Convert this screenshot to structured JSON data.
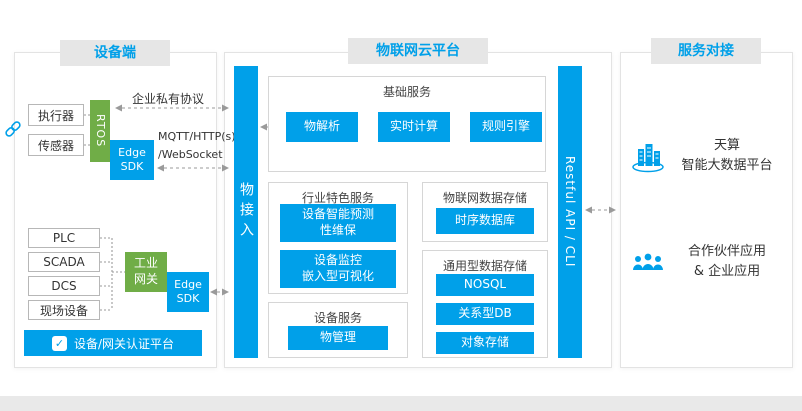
{
  "colors": {
    "accent_blue": "#00a0e9",
    "green": "#70ad47",
    "header_bg": "#e6e6e6",
    "arrow_gray": "#9a9a9a"
  },
  "device_panel": {
    "title": "设备端",
    "actuator": "执行器",
    "sensor": "传感器",
    "rtos": "RTOS",
    "edge_sdk": "Edge\nSDK",
    "private_protocol": "企业私有协议",
    "mqtt": "MQTT/HTTP(s)",
    "websocket": "/WebSocket",
    "plc": "PLC",
    "scada": "SCADA",
    "dcs": "DCS",
    "field_device": "现场设备",
    "industrial_gateway": "工业\n网关",
    "auth_platform": "设备/网关认证平台",
    "check_mark": "✓"
  },
  "cloud_panel": {
    "title": "物联网云平台",
    "thing_access": "物接入",
    "restful_api": "Restful API / CLI",
    "basic_services": {
      "title": "基础服务",
      "items": [
        "物解析",
        "实时计算",
        "规则引擎"
      ]
    },
    "industry_services": {
      "title": "行业特色服务",
      "items": [
        "设备智能预测\n性维保",
        "设备监控\n嵌入型可视化"
      ]
    },
    "device_services": {
      "title": "设备服务",
      "items": [
        "物管理"
      ]
    },
    "iot_storage": {
      "title": "物联网数据存储",
      "items": [
        "时序数据库"
      ]
    },
    "general_storage": {
      "title": "通用型数据存储",
      "items": [
        "NOSQL",
        "关系型DB",
        "对象存储"
      ]
    }
  },
  "service_panel": {
    "title": "服务对接",
    "big_data": "天算\n智能大数据平台",
    "partner": "合作伙伴应用\n& 企业应用"
  }
}
